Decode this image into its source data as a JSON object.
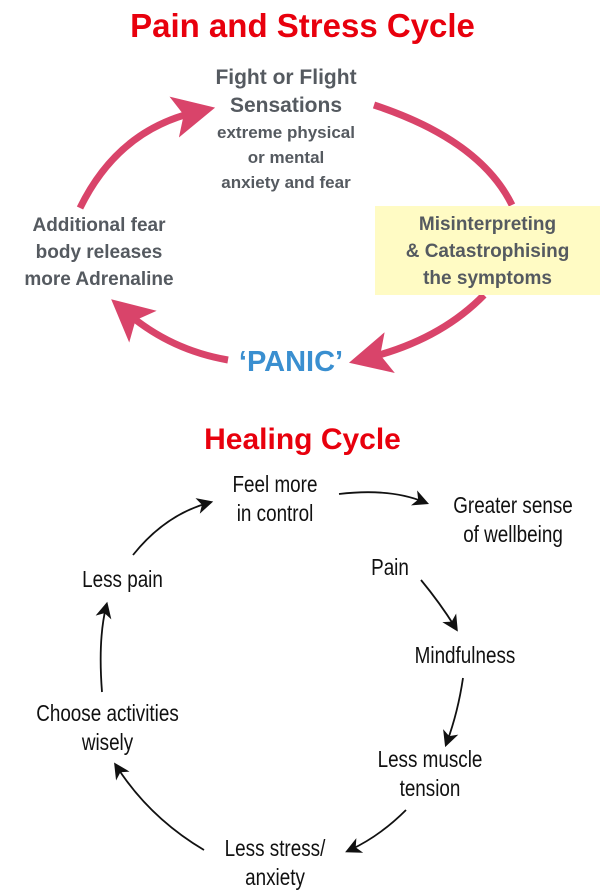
{
  "stress_cycle": {
    "title": "Pain and Stress Cycle",
    "arrow_color": "#d9446a",
    "nodes": {
      "fight_or_flight": {
        "heading": [
          "Fight or Flight",
          "Sensations"
        ],
        "sub": [
          "extreme physical",
          "or mental",
          "anxiety and fear"
        ]
      },
      "misinterpreting": {
        "lines": [
          "Misinterpreting",
          "& Catastrophising",
          "the symptoms"
        ],
        "highlight_color": "#fffbc4"
      },
      "panic": {
        "label": "‘PANIC’",
        "color": "#3a8fd0"
      },
      "adrenaline": {
        "lines": [
          "Additional fear",
          "body releases",
          "more Adrenaline"
        ]
      }
    }
  },
  "healing_cycle": {
    "title": "Healing Cycle",
    "nodes": {
      "feel_more_in_control": [
        "Feel more",
        "in control"
      ],
      "greater_sense": [
        "Greater sense",
        "of wellbeing"
      ],
      "pain": [
        "Pain"
      ],
      "mindfulness": [
        "Mindfulness"
      ],
      "less_muscle_tension": [
        "Less muscle",
        "tension"
      ],
      "less_stress": [
        "Less stress/",
        "anxiety"
      ],
      "choose_activities": [
        "Choose activities",
        "wisely"
      ],
      "less_pain": [
        "Less pain"
      ]
    }
  }
}
